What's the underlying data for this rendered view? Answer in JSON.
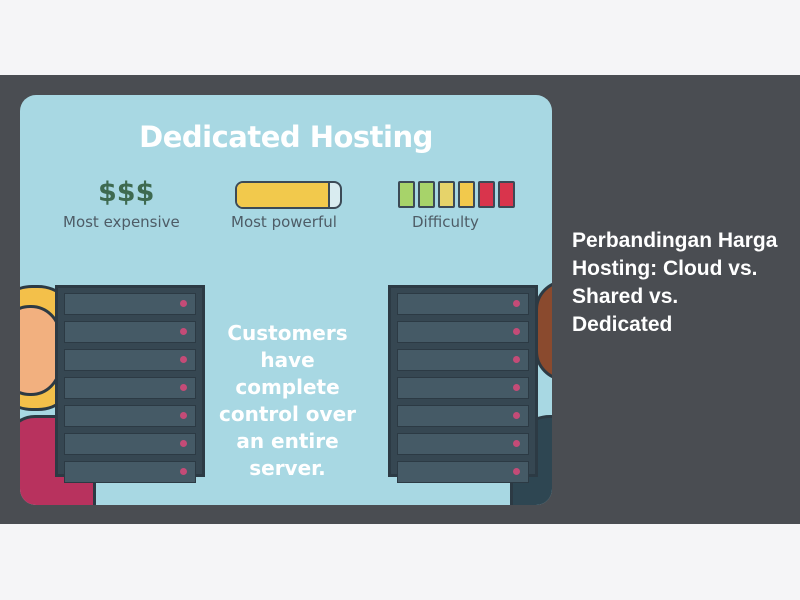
{
  "thumbnail": {
    "title": "Dedicated Hosting",
    "cost_symbol": "$$$",
    "cost_label": "Most expensive",
    "power_label": "Most powerful",
    "power_level": 0.88,
    "difficulty_label": "Difficulty",
    "difficulty_segments": [
      "#a7d36a",
      "#a7d36a",
      "#e6d36a",
      "#f2c94c",
      "#d9344c",
      "#d9344c"
    ],
    "body_text": "Customers have complete control over an entire server."
  },
  "article": {
    "title": "Perbandingan Harga Hosting: Cloud vs. Shared vs. Dedicated"
  },
  "colors": {
    "card_bg": "#4a4d52",
    "page_bg": "#f5f5f7",
    "thumb_bg": "#a8d8e3"
  }
}
